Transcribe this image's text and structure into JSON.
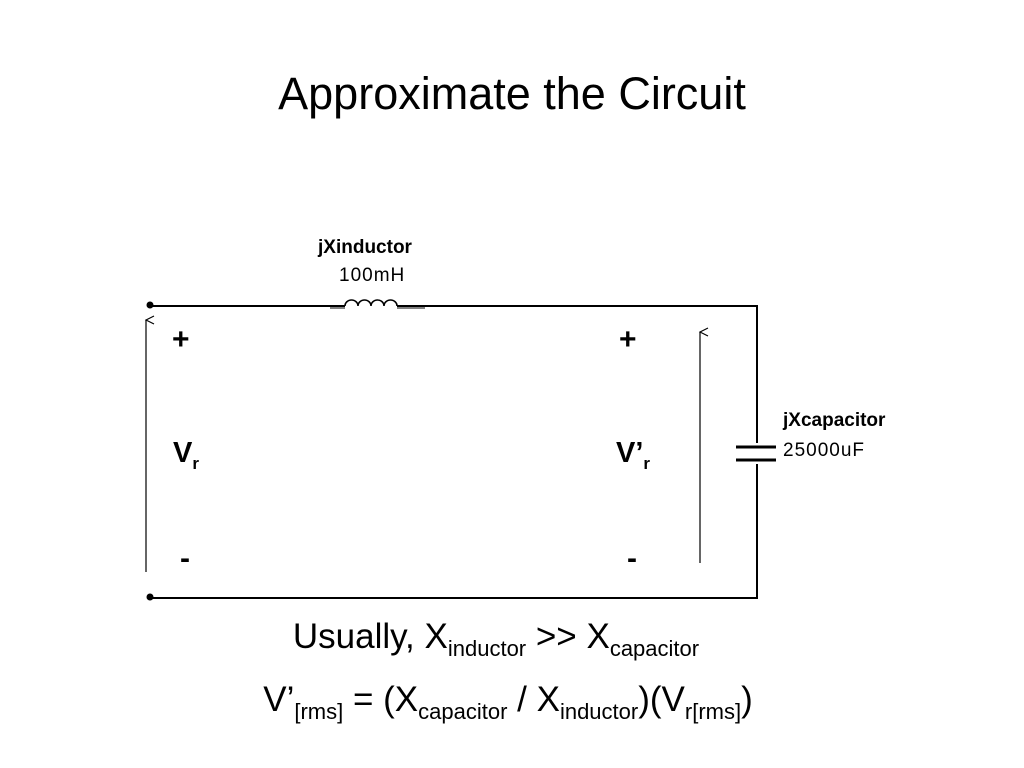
{
  "slide": {
    "title": "Approximate the Circuit"
  },
  "circuit": {
    "inductor": {
      "name": "jXinductor",
      "value": "100mH"
    },
    "capacitor": {
      "name": "jXcapacitor",
      "value": "25000uF"
    },
    "input_voltage": {
      "plus": "+",
      "minus": "-",
      "symbol": "V",
      "subscript": "r"
    },
    "output_voltage": {
      "plus": "+",
      "minus": "-",
      "symbol": "V’",
      "subscript": "r"
    }
  },
  "equations": {
    "line1": {
      "prefix": "Usually, X",
      "sub1": "inductor",
      "middle": " >> X",
      "sub2": "capacitor"
    },
    "line2": {
      "p1": "V’",
      "s1": "[rms]",
      "p2": " = (X",
      "s2": "capacitor",
      "p3": " / X",
      "s3": "inductor",
      "p4": ")(V",
      "s4": "r[rms]",
      "p5": ")"
    }
  }
}
